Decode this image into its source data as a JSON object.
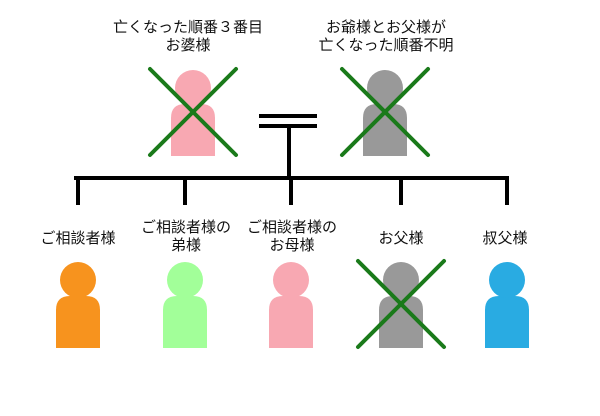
{
  "colors": {
    "line": "#000000",
    "cross": "#1a7a1a",
    "deceased": "#999999"
  },
  "top_people": [
    {
      "label_lines": [
        "亡くなった順番３番目",
        "お婆様"
      ],
      "color": "#f8a8b2",
      "deceased": true,
      "figure": "person-grandmother"
    },
    {
      "label_lines": [
        "お爺様とお父様が",
        "亡くなった順番不明"
      ],
      "color": "#999999",
      "deceased": true,
      "figure": "person-grandfather"
    }
  ],
  "children": [
    {
      "label_lines": [
        "ご相談者様"
      ],
      "color": "#f7931e",
      "deceased": false,
      "figure": "person-client"
    },
    {
      "label_lines": [
        "ご相談者様の",
        "弟様"
      ],
      "color": "#a2ff99",
      "deceased": false,
      "figure": "person-client-brother"
    },
    {
      "label_lines": [
        "ご相談者様の",
        "お母様"
      ],
      "color": "#f8a8b2",
      "deceased": false,
      "figure": "person-client-mother"
    },
    {
      "label_lines": [
        "お父様"
      ],
      "color": "#999999",
      "deceased": true,
      "figure": "person-father"
    },
    {
      "label_lines": [
        "叔父様"
      ],
      "color": "#29abe2",
      "deceased": false,
      "figure": "person-uncle"
    }
  ]
}
